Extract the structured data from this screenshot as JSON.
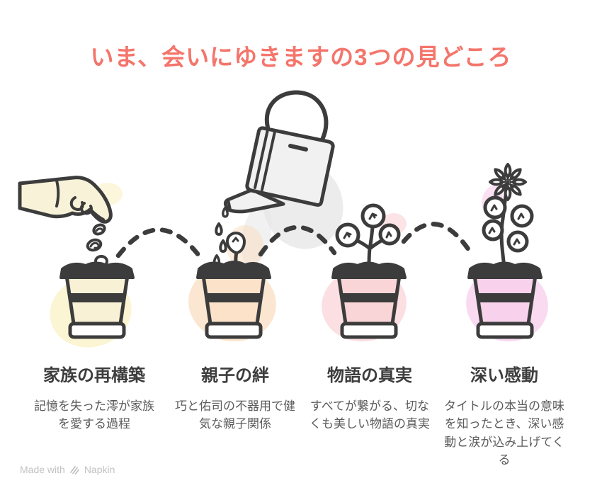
{
  "title": "いま、会いにゆきますの3つの見どころ",
  "colors": {
    "title_accent": "#F4756B",
    "outline": "#3C3C3C",
    "hand": "#F8F2D8",
    "can": "#F1F1F1",
    "shadow": "#E7E7E7",
    "label_text": "#3D3D3D",
    "desc_text": "#5B5B5B",
    "footer_text": "#C2C2C2"
  },
  "stages": [
    {
      "label": "家族の再構築",
      "description": "記憶を失った澪が家族を愛する過程",
      "pot_color": "#F8F1D5",
      "blob_color": "#FAF2C4"
    },
    {
      "label": "親子の絆",
      "description": "巧と佑司の不器用で健気な親子関係",
      "pot_color": "#FBE2C9",
      "blob_color": "#FADCBE"
    },
    {
      "label": "物語の真実",
      "description": "すべてが繋がる、切なくも美しい物語の真実",
      "pot_color": "#FAD5D7",
      "blob_color": "#FAD2D6"
    },
    {
      "label": "深い感動",
      "description": "タイトルの本当の意味を知ったとき、深い感動と涙が込み上げてくる",
      "pot_color": "#F8D2ED",
      "blob_color": "#F6CBE9"
    }
  ],
  "icons": {
    "hand_seed": "hand-planting-seeds",
    "watering_can": "watering-can",
    "sprout": "sprout-bud",
    "young_plant": "young-plant",
    "flower": "flowering-plant",
    "brand_mark": "napkin-logo"
  },
  "footer": {
    "made_with": "Made with",
    "brand": "Napkin"
  }
}
